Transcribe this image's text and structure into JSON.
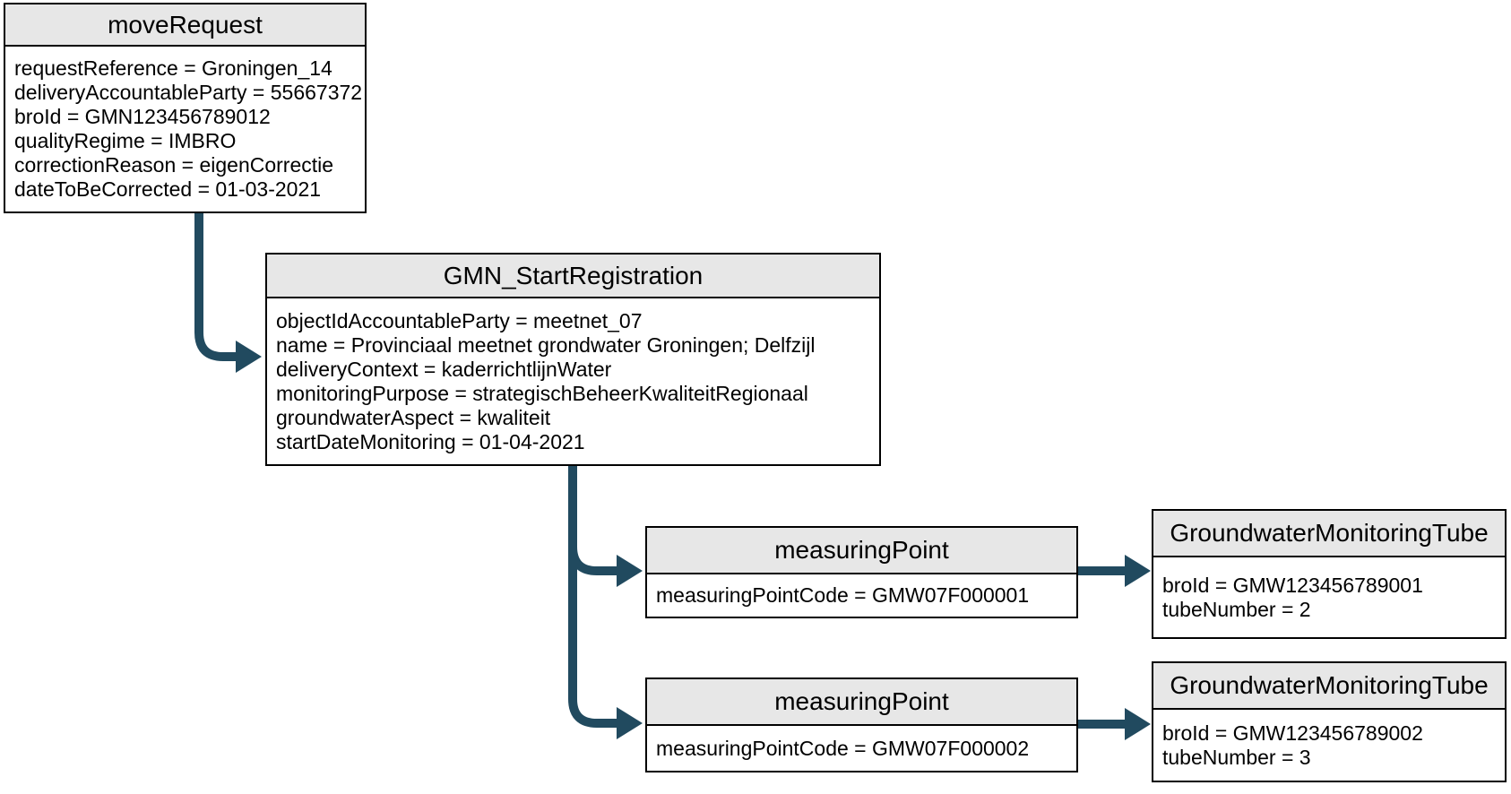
{
  "diagram": {
    "title_context": "BRO GMN moveRequest object diagram",
    "colors": {
      "arrow": "#214A5F",
      "header_fill": "#E7E7E7",
      "border": "#000000",
      "body_fill": "#FFFFFF",
      "text": "#000000",
      "background": "#FFFFFF"
    },
    "nodes": [
      {
        "title": "moveRequest",
        "attributes": [
          "requestReference = Groningen_14",
          "deliveryAccountableParty = 55667372",
          "broId = GMN123456789012",
          "qualityRegime = IMBRO",
          "correctionReason = eigenCorrectie",
          "dateToBeCorrected = 01-03-2021"
        ]
      },
      {
        "title": "GMN_StartRegistration",
        "attributes": [
          "objectIdAccountableParty = meetnet_07",
          "name = Provinciaal meetnet grondwater Groningen; Delfzijl",
          "deliveryContext = kaderrichtlijnWater",
          "monitoringPurpose = strategischBeheerKwaliteitRegionaal",
          "groundwaterAspect = kwaliteit",
          "startDateMonitoring = 01-04-2021"
        ]
      },
      {
        "title": "measuringPoint",
        "attributes": [
          "measuringPointCode = GMW07F000001"
        ]
      },
      {
        "title": "GroundwaterMonitoringTube",
        "attributes": [
          "broId = GMW123456789001",
          "tubeNumber = 2"
        ]
      },
      {
        "title": "measuringPoint",
        "attributes": [
          "measuringPointCode = GMW07F000002"
        ]
      },
      {
        "title": "GroundwaterMonitoringTube",
        "attributes": [
          "broId = GMW123456789002",
          "tubeNumber = 3"
        ]
      }
    ],
    "edges": [
      {
        "from": "moveRequest",
        "to": "GMN_StartRegistration"
      },
      {
        "from": "GMN_StartRegistration",
        "to": "measuringPoint GMW07F000001"
      },
      {
        "from": "GMN_StartRegistration",
        "to": "measuringPoint GMW07F000002"
      },
      {
        "from": "measuringPoint GMW07F000001",
        "to": "GroundwaterMonitoringTube GMW123456789001"
      },
      {
        "from": "measuringPoint GMW07F000002",
        "to": "GroundwaterMonitoringTube GMW123456789002"
      }
    ]
  }
}
